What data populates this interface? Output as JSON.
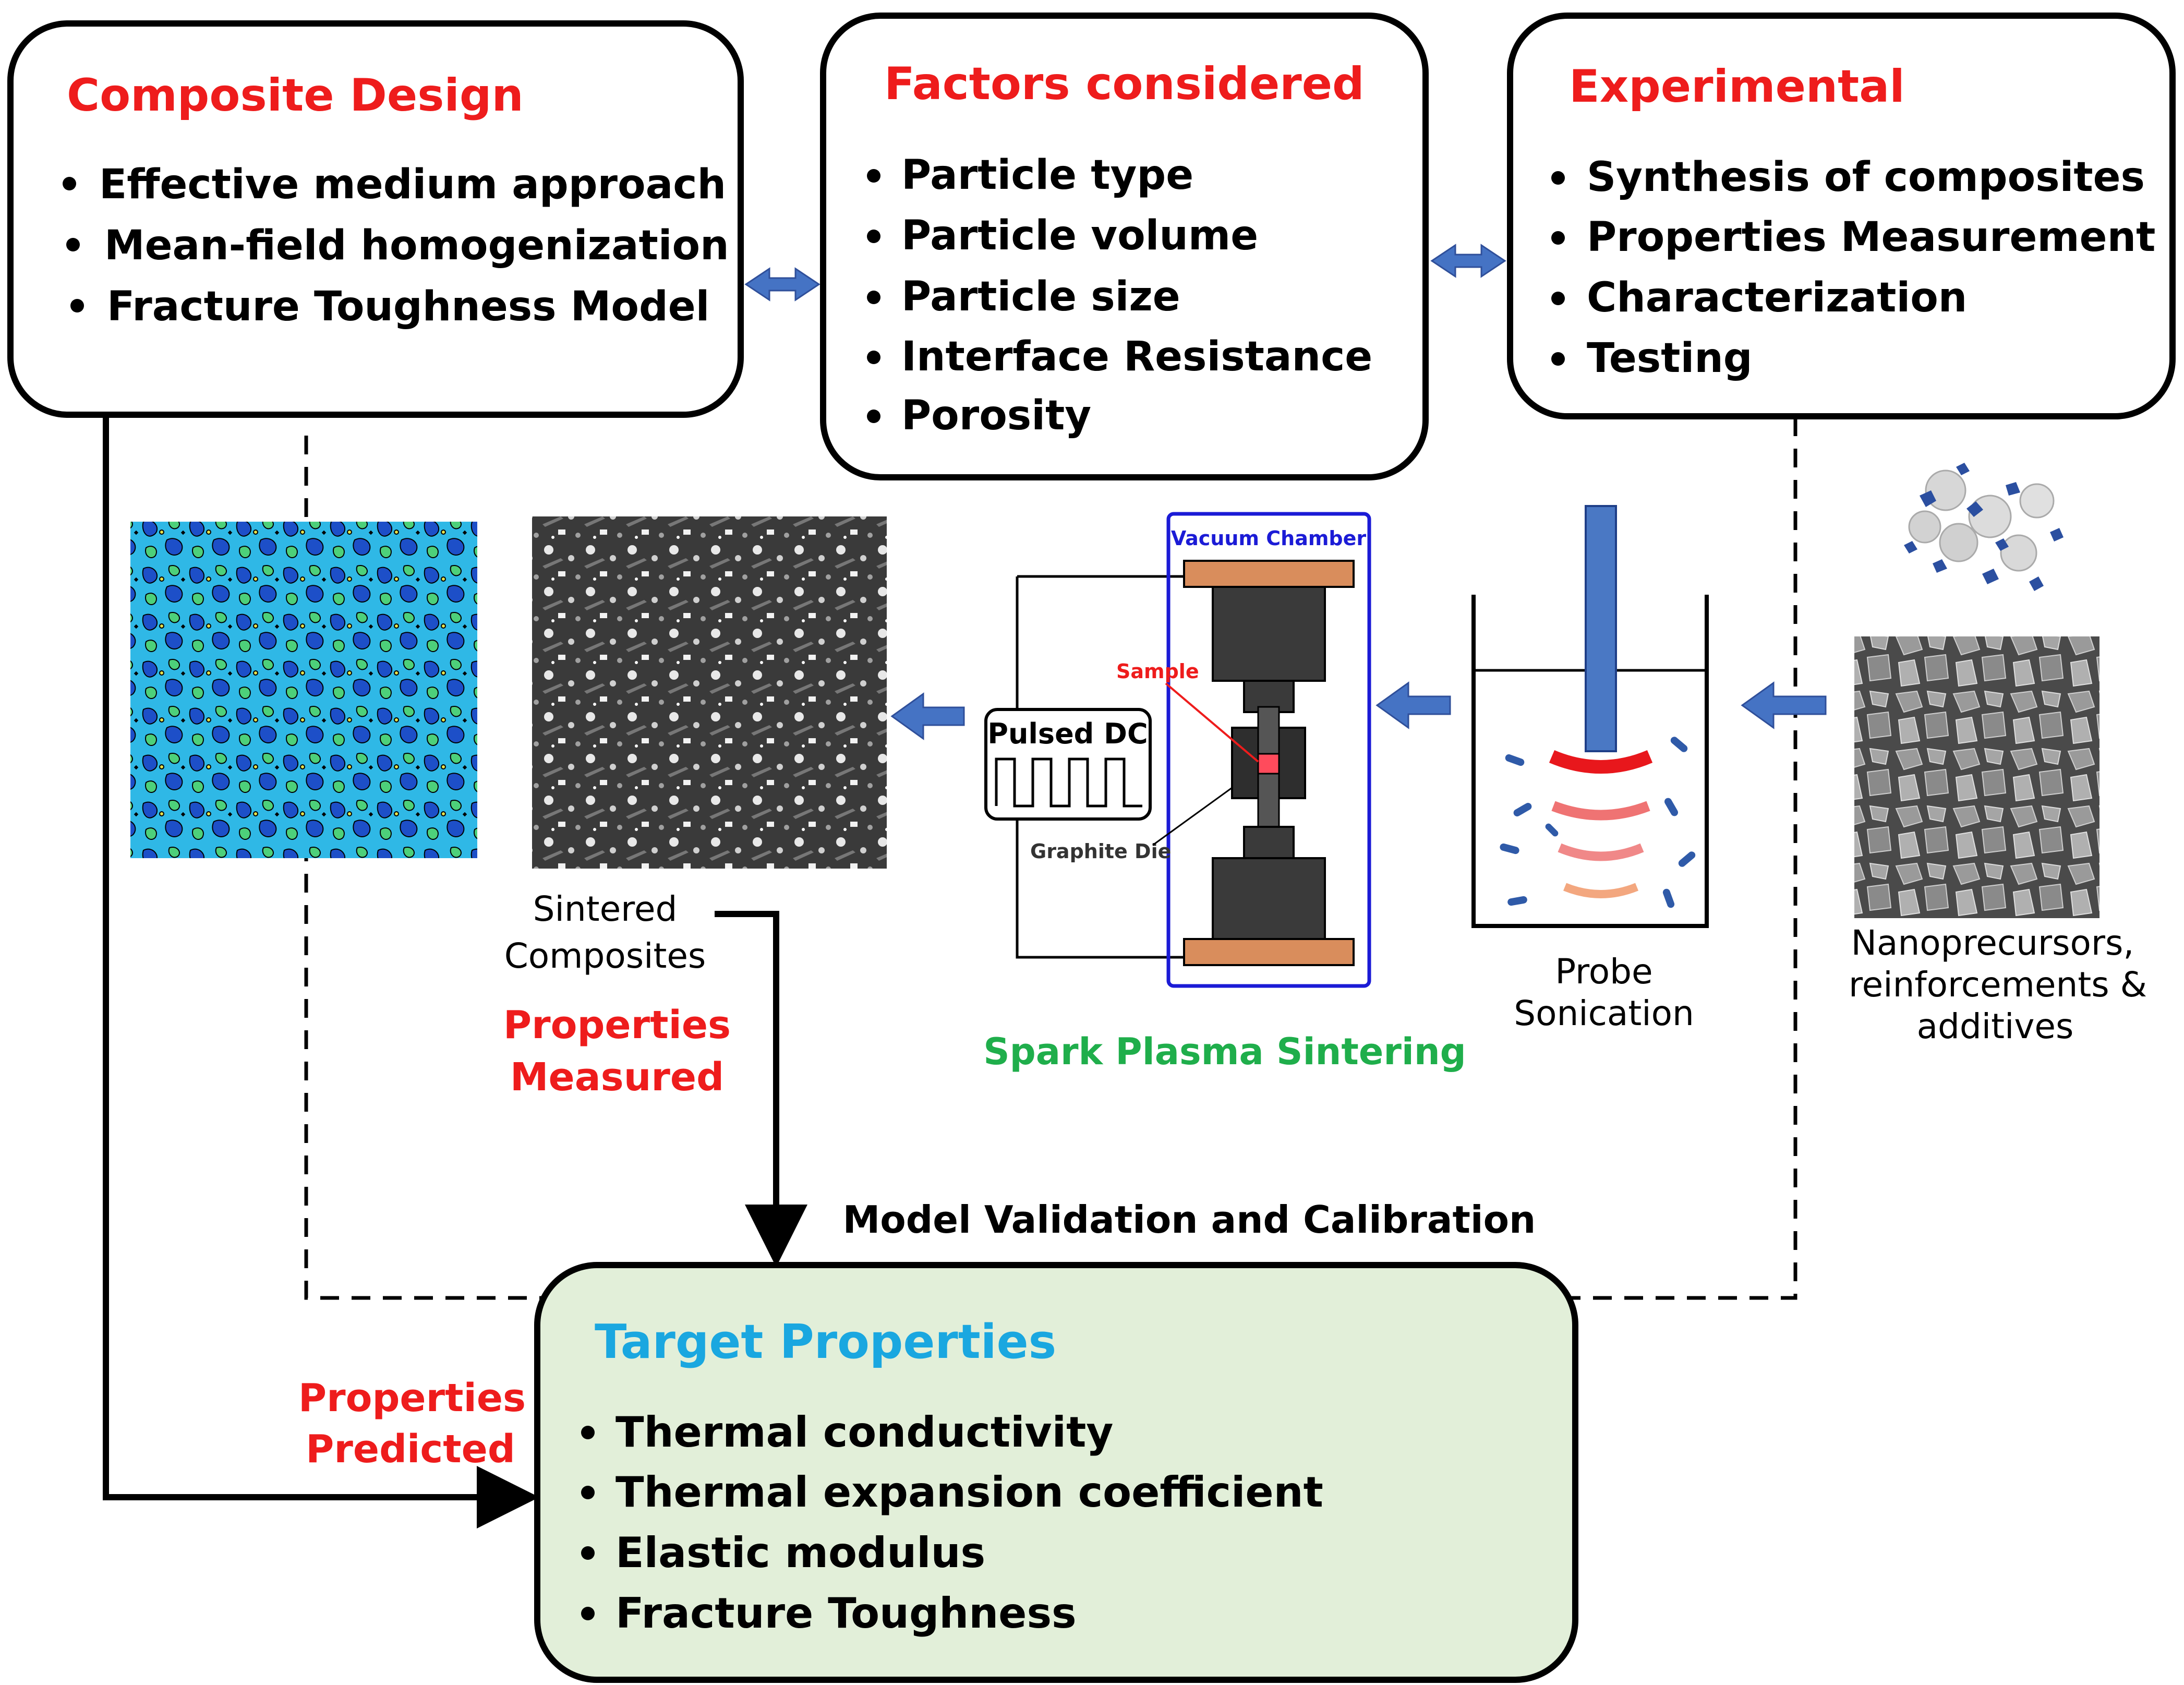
{
  "boxes": {
    "composite_design": {
      "title": "Composite Design",
      "items": [
        "Effective medium approach",
        "Mean-field homogenization",
        "Fracture Toughness Model"
      ]
    },
    "factors": {
      "title": "Factors considered",
      "items": [
        "Particle type",
        "Particle volume",
        "Particle size",
        "Interface Resistance",
        "Porosity"
      ]
    },
    "experimental": {
      "title": "Experimental",
      "items": [
        "Synthesis of composites",
        "Properties Measurement",
        "Characterization",
        "Testing"
      ]
    },
    "target": {
      "title": "Target Properties",
      "items": [
        "Thermal conductivity",
        "Thermal expansion coefficient",
        "Elastic modulus",
        "Fracture Toughness"
      ]
    }
  },
  "labels": {
    "sintered_line1": "Sintered",
    "sintered_line2": "Composites",
    "measured_line1": "Properties",
    "measured_line2": "Measured",
    "predicted_line1": "Properties",
    "predicted_line2": "Predicted",
    "validation": "Model Validation and Calibration",
    "sps": "Spark Plasma Sintering",
    "probe_line1": "Probe",
    "probe_line2": "Sonication",
    "nano_line1": "Nanoprecursors,",
    "nano_line2": "reinforcements &",
    "nano_line3": "additives",
    "vacuum_chamber": "Vacuum Chamber",
    "sample": "Sample",
    "pulsed_dc": "Pulsed DC",
    "graphite_die": "Graphite Die"
  },
  "colors": {
    "title_red": "#ee1c1c",
    "title_blue": "#1aa7e0",
    "sps_green": "#1fae4b",
    "arrow_blue": "#4573c4",
    "target_fill": "#e2efd9",
    "chamber_blue": "#1b1bd6",
    "copper": "#d98d5c"
  }
}
